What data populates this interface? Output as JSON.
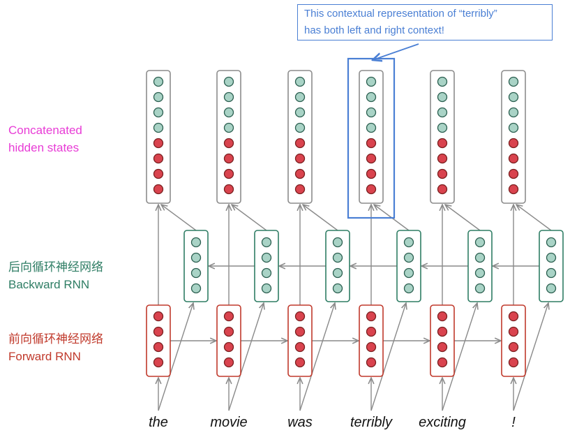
{
  "callout": {
    "line1": "This contextual representation of “terribly”",
    "line2": "has both left and right context!"
  },
  "labels": {
    "concatenated_line1": "Concatenated",
    "concatenated_line2": "hidden states",
    "backward_cn": "后向循环神经网络",
    "backward_en": "Backward RNN",
    "forward_cn": "前向循环神经网络",
    "forward_en": "Forward RNN"
  },
  "words": [
    "the",
    "movie",
    "was",
    "terribly",
    "exciting",
    "!"
  ],
  "highlight_index": 3,
  "colors": {
    "forward": "#c0392b",
    "forward_fill": "#d9434e",
    "backward": "#2e7d64",
    "backward_fill": "#a9d3c6",
    "concat_border": "#8c8c8c",
    "arrow": "#8a8a8a",
    "highlight": "#4a7fd4",
    "concat_label": "#e83cd6"
  }
}
